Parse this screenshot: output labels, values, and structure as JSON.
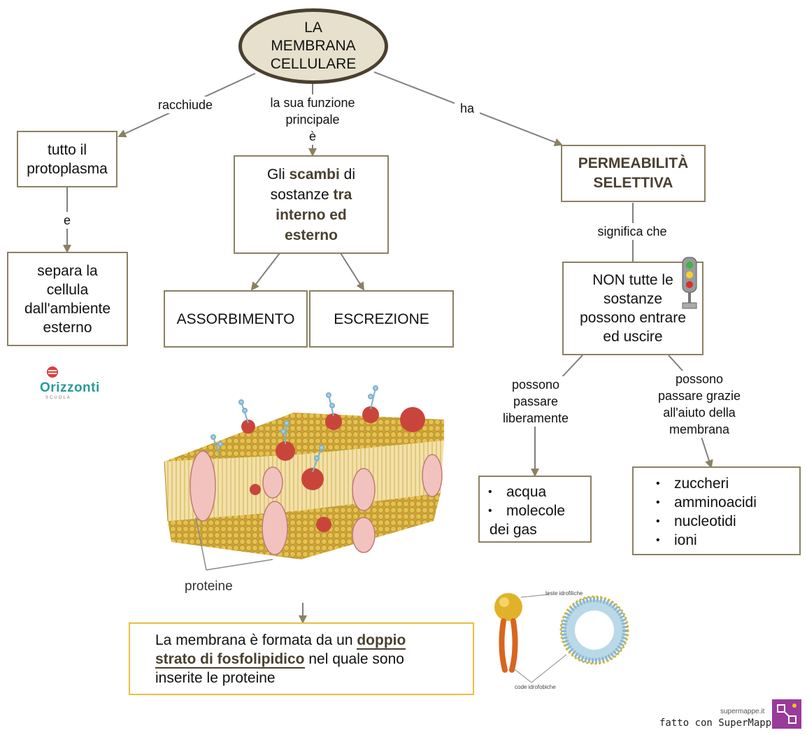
{
  "root": {
    "title_lines": [
      "LA",
      "MEMBRANA",
      "CELLULARE"
    ]
  },
  "links": {
    "racchiude": "racchiude",
    "funzione": [
      "la sua funzione",
      "principale",
      "è"
    ],
    "ha": "ha",
    "e": "e",
    "significa": "significa che",
    "liberamente": [
      "possono",
      "passare",
      "liberamente"
    ],
    "grazie": [
      "possono",
      "passare grazie",
      "all'aiuto della",
      "membrana"
    ]
  },
  "nodes": {
    "protoplasma": [
      "tutto il",
      "protoplasma"
    ],
    "separa": [
      "separa la",
      "cellula",
      "dall'ambiente",
      "esterno"
    ],
    "scambi": {
      "p1": "Gli ",
      "b1": "scambi",
      "p2": " di",
      "p3": "sostanze ",
      "b2": "tra",
      "b3": "interno ed",
      "b4": "esterno"
    },
    "assorbimento": "ASSORBIMENTO",
    "escrezione": "ESCREZIONE",
    "permeabilita": [
      "PERMEABILITÀ",
      "SELETTIVA"
    ],
    "non_tutte": [
      "NON tutte le",
      "sostanze",
      "possono entrare",
      "ed uscire"
    ],
    "libere_items": [
      "acqua",
      "molecole"
    ],
    "libere_tail": "dei gas",
    "aiuto_items": [
      "zuccheri",
      "amminoacidi",
      "nucleotidi",
      "ioni"
    ],
    "formata": {
      "p1": "La membrana è formata da un ",
      "b1": "doppio",
      "b2": "strato di fosfolipidico",
      "p2": " nel quale sono",
      "p3": "inserite le proteine"
    }
  },
  "figure": {
    "proteine": "proteine",
    "teste": "teste idrofiliche",
    "code": "code idrofobiche"
  },
  "branding": {
    "orizzonti": "Orizzonti",
    "orizzonti_sub": "SCUOLA",
    "supermappe_url": "supermappe.it",
    "fatto_con": "fatto con SuperMappe"
  },
  "colors": {
    "box_border": "#8a8163",
    "root_fill": "#e6e0cc",
    "root_border": "#4a4030",
    "highlight_border": "#e8c040",
    "arrow": "#7f7f7f"
  }
}
